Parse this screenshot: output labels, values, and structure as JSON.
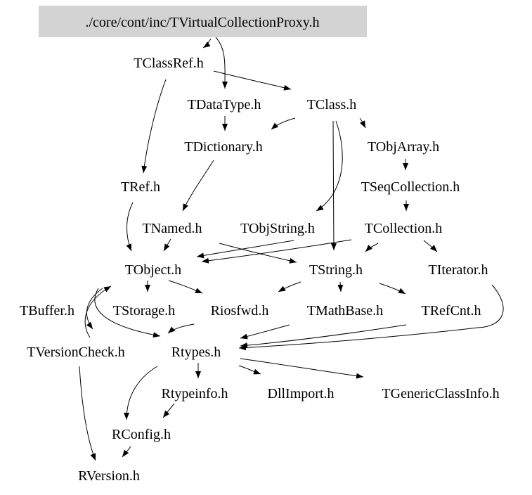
{
  "root": {
    "id": "root",
    "label": "./core/cont/inc/TVirtualCollectionProxy.h"
  },
  "nodes": [
    {
      "id": "TClassRef",
      "label": "TClassRef.h"
    },
    {
      "id": "TDataType",
      "label": "TDataType.h"
    },
    {
      "id": "TClass",
      "label": "TClass.h"
    },
    {
      "id": "TDictionary",
      "label": "TDictionary.h"
    },
    {
      "id": "TObjArray",
      "label": "TObjArray.h"
    },
    {
      "id": "TRef",
      "label": "TRef.h"
    },
    {
      "id": "TSeqCollection",
      "label": "TSeqCollection.h"
    },
    {
      "id": "TNamed",
      "label": "TNamed.h"
    },
    {
      "id": "TObjString",
      "label": "TObjString.h"
    },
    {
      "id": "TCollection",
      "label": "TCollection.h"
    },
    {
      "id": "TObject",
      "label": "TObject.h"
    },
    {
      "id": "TString",
      "label": "TString.h"
    },
    {
      "id": "TIterator",
      "label": "TIterator.h"
    },
    {
      "id": "TBuffer",
      "label": "TBuffer.h"
    },
    {
      "id": "TStorage",
      "label": "TStorage.h"
    },
    {
      "id": "Riosfwd",
      "label": "Riosfwd.h"
    },
    {
      "id": "TMathBase",
      "label": "TMathBase.h"
    },
    {
      "id": "TRefCnt",
      "label": "TRefCnt.h"
    },
    {
      "id": "TVersionCheck",
      "label": "TVersionCheck.h"
    },
    {
      "id": "Rtypes",
      "label": "Rtypes.h"
    },
    {
      "id": "Rtypeinfo",
      "label": "Rtypeinfo.h"
    },
    {
      "id": "DllImport",
      "label": "DllImport.h"
    },
    {
      "id": "TGenericClassInfo",
      "label": "TGenericClassInfo.h"
    },
    {
      "id": "RConfig",
      "label": "RConfig.h"
    },
    {
      "id": "RVersion",
      "label": "RVersion.h"
    }
  ],
  "edges": [
    {
      "from": "root",
      "to": "TClassRef"
    },
    {
      "from": "root",
      "to": "TDataType"
    },
    {
      "from": "TClassRef",
      "to": "TClass"
    },
    {
      "from": "TClassRef",
      "to": "TRef"
    },
    {
      "from": "TDataType",
      "to": "TDictionary"
    },
    {
      "from": "TClass",
      "to": "TDictionary"
    },
    {
      "from": "TClass",
      "to": "TObjArray"
    },
    {
      "from": "TClass",
      "to": "TObjString"
    },
    {
      "from": "TClass",
      "to": "TString"
    },
    {
      "from": "TDictionary",
      "to": "TNamed"
    },
    {
      "from": "TObjArray",
      "to": "TSeqCollection"
    },
    {
      "from": "TSeqCollection",
      "to": "TCollection"
    },
    {
      "from": "TRef",
      "to": "TObject"
    },
    {
      "from": "TNamed",
      "to": "TObject"
    },
    {
      "from": "TNamed",
      "to": "TString"
    },
    {
      "from": "TObjString",
      "to": "TObject"
    },
    {
      "from": "TCollection",
      "to": "TObject"
    },
    {
      "from": "TCollection",
      "to": "TString"
    },
    {
      "from": "TCollection",
      "to": "TIterator"
    },
    {
      "from": "TObject",
      "to": "TStorage"
    },
    {
      "from": "TObject",
      "to": "Riosfwd"
    },
    {
      "from": "TObject",
      "to": "Rtypes"
    },
    {
      "from": "TObject",
      "to": "TVersionCheck"
    },
    {
      "from": "TBuffer",
      "to": "TObject"
    },
    {
      "from": "TString",
      "to": "Riosfwd"
    },
    {
      "from": "TString",
      "to": "TMathBase"
    },
    {
      "from": "TString",
      "to": "TRefCnt"
    },
    {
      "from": "TIterator",
      "to": "Rtypes"
    },
    {
      "from": "Riosfwd",
      "to": "Rtypes"
    },
    {
      "from": "TMathBase",
      "to": "Rtypes"
    },
    {
      "from": "TRefCnt",
      "to": "Rtypes"
    },
    {
      "from": "TVersionCheck",
      "to": "RVersion"
    },
    {
      "from": "Rtypes",
      "to": "Rtypeinfo"
    },
    {
      "from": "Rtypes",
      "to": "DllImport"
    },
    {
      "from": "Rtypes",
      "to": "TGenericClassInfo"
    },
    {
      "from": "Rtypes",
      "to": "RConfig"
    },
    {
      "from": "Rtypeinfo",
      "to": "RConfig"
    },
    {
      "from": "RConfig",
      "to": "RVersion"
    }
  ]
}
